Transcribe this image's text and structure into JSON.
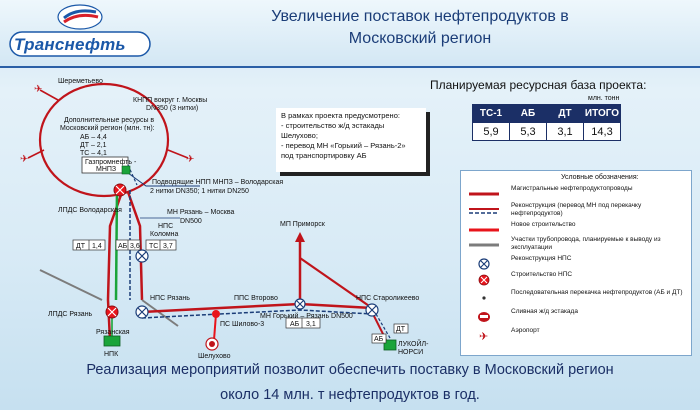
{
  "header": {
    "logo_text": "Транснефть",
    "title_line1": "Увеличение поставок нефтепродуктов в",
    "title_line2": "Московский регион"
  },
  "resource": {
    "title": "Планируемая ресурсная база проекта:",
    "units": "млн. тонн",
    "headers": [
      "ТС-1",
      "АБ",
      "ДТ",
      "ИТОГО"
    ],
    "values": [
      "5,9",
      "5,3",
      "3,1",
      "14,3"
    ]
  },
  "project_box": {
    "line1": "В рамках проекта предусмотрено:",
    "line2": " - строительство ж/д эстакады",
    "line3": "Шелухово;",
    "line4": " - перевод МН «Горький – Рязань-2»",
    "line5": "под транспортировку АБ"
  },
  "legend": {
    "title": "Условные обозначения:",
    "items": [
      {
        "symbol": "red-line",
        "text": "Магистральные нефтепродуктопроводы"
      },
      {
        "symbol": "dashed-blue-line",
        "text": "Реконструкция (перевод МН под перекачку нефтепродуктов)"
      },
      {
        "symbol": "bright-red-line",
        "text": "Новое строительство"
      },
      {
        "symbol": "gray-line",
        "text": "Участки трубопровода, планируемые к выводу из эксплуатации"
      },
      {
        "symbol": "blue-station-icon",
        "text": "Реконструкция НПС"
      },
      {
        "symbol": "red-station-icon",
        "text": "Строительство НПС"
      },
      {
        "symbol": "dot-icon",
        "text": "Последовательная перекачка нефтепродуктов (АБ и ДТ)"
      },
      {
        "symbol": "rail-loader-icon",
        "text": "Сливная ж/д эстакада"
      },
      {
        "symbol": "airplane-icon",
        "text": "Аэропорт"
      }
    ]
  },
  "map": {
    "sheremetyevo": "Шереметьево",
    "kolco_1": "КНПП вокруг г. Москвы",
    "kolco_2": "DN350 (3 нитки)",
    "resources_1": "Дополнительные ресурсы в",
    "resources_2": "Московский регион (млн. тн):",
    "resources_ab": "АБ – 4,4",
    "resources_dt": "ДТ – 2,1",
    "resources_ts": "ТС – 4,1",
    "gazpromneft_1": "Газпромнефть -",
    "gazpromneft_2": "МНПЗ",
    "lpds_volodarskaya": "ЛПДС Володарская",
    "podvod_1": "Подводящие НПП МНПЗ – Володарская",
    "podvod_2": "2 нитки DN350; 1 нитки DN250",
    "mn_ryazan_1": "МН Рязань – Москва",
    "mn_ryazan_2": "DN500",
    "nps_kolomna_1": "НПС",
    "nps_kolomna_2": "Коломна",
    "mp_primorsk": "МП Приморск",
    "dt_label": "ДТ",
    "dt_value": "1,4",
    "ab_label": "АБ",
    "ab_value": "3,6",
    "ts_label": "ТС",
    "ts_value": "3,7",
    "lpds_ryazan": "ЛПДС Рязань",
    "nps_ryazan": "НПС Рязань",
    "nps_vtorovo": "ППС Второво",
    "nps_starolikeevo": "НПС Староликеево",
    "mn_gorky": "МН Горький – Рязань DN500",
    "ab_bottom_label": "АБ",
    "ab_bottom_value": "3,1",
    "ps_shilovo": "ПС Шилово-3",
    "shelukhovo": "Шелухово",
    "ryazan_npk_1": "Рязанская",
    "ryazan_npk_2": "НПК",
    "lukoil_1": "ЛУКОЙЛ-",
    "lukoil_2": "НОРСИ",
    "ab_lukoil": "АБ",
    "dt_lukoil": "ДТ"
  },
  "footer": {
    "line1": "Реализация мероприятий позволит обеспечить поставку в Московский регион",
    "line2": "около 14 млн. т нефтепродуктов в год."
  },
  "colors": {
    "pipeline": "#c0141b",
    "reconstruction": "#1b3d78",
    "new_build": "#e8141b",
    "decommission": "#7c7c7c",
    "green_line": "#1aa43a",
    "table_header": "#1b2f66"
  }
}
